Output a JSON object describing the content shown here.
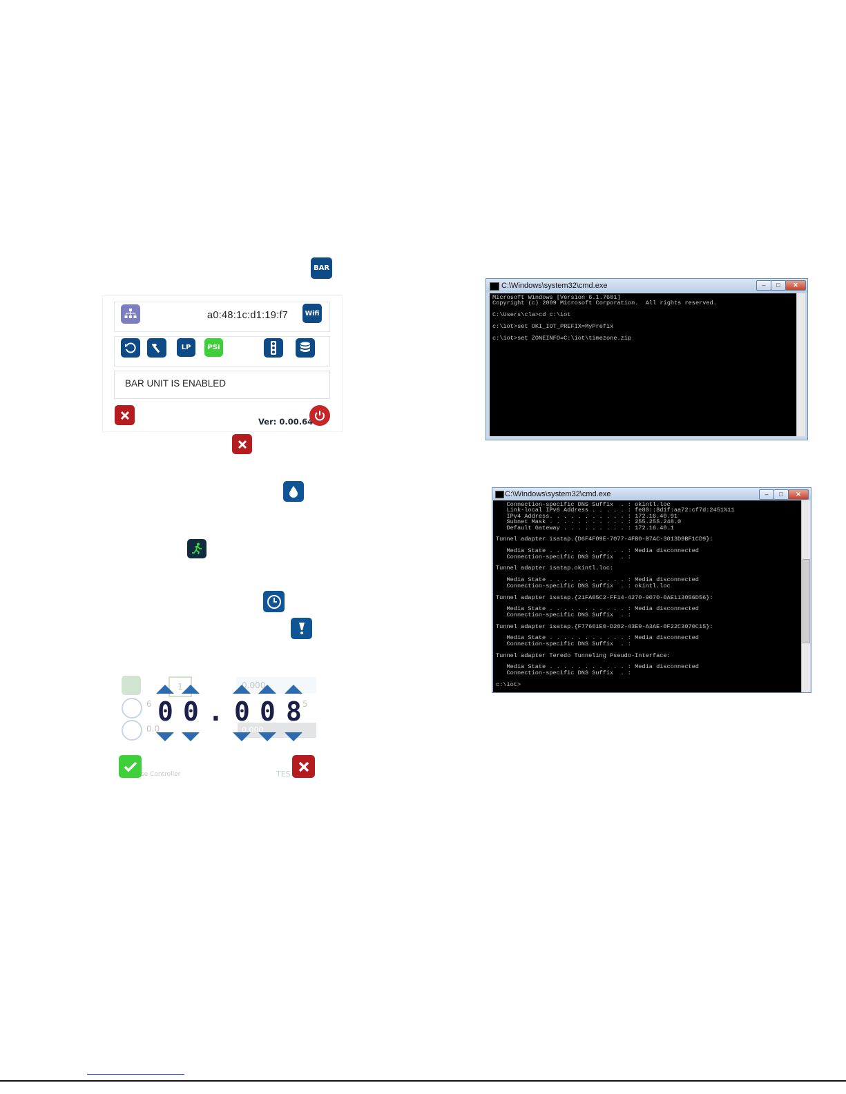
{
  "doc": {
    "bar_button": "BAR",
    "settings_panel": {
      "mac_address": "a0:48:1c:d1:19:f7",
      "wifi_button": "Wifi",
      "toolbar": {
        "lp_label": "LP",
        "psi_label": "PSI"
      },
      "status_text": "BAR UNIT IS ENABLED",
      "version_text": "Ver: 0.00.64"
    },
    "stepper": {
      "digits": [
        "0",
        "0",
        ".",
        "0",
        "0",
        "8"
      ],
      "faded_texts": {
        "setting_1": "1",
        "setting_2": "0.000",
        "setting_3": "6",
        "setting_4": "5",
        "setting_5": "0.0",
        "setting_6": "0.000",
        "footer": "se Controller",
        "logo": "TES"
      }
    },
    "terminal_1": {
      "title": "C:\\Windows\\system32\\cmd.exe",
      "lines": [
        "Microsoft Windows [Version 6.1.7601]",
        "Copyright (c) 2009 Microsoft Corporation.  All rights reserved.",
        "",
        "C:\\Users\\cla>cd c:\\iot",
        "",
        "c:\\iot>set OKI_IOT_PREFIX=MyPrefix",
        "",
        "c:\\iot>set ZONEINFO=C:\\iot\\timezone.zip"
      ]
    },
    "terminal_2": {
      "title": "C:\\Windows\\system32\\cmd.exe",
      "lines": [
        "   Connection-specific DNS Suffix  . : okintl.loc",
        "   Link-local IPv6 Address . . . . . : fe80::8d1f:aa72:cf7d:2451%11",
        "   IPv4 Address. . . . . . . . . . . : 172.16.40.91",
        "   Subnet Mask . . . . . . . . . . . : 255.255.248.0",
        "   Default Gateway . . . . . . . . . : 172.16.40.1",
        "",
        "Tunnel adapter isatap.{D6F4F09E-7077-4FB0-B7AC-3013D9BF1CD9}:",
        "",
        "   Media State . . . . . . . . . . . : Media disconnected",
        "   Connection-specific DNS Suffix  . :",
        "",
        "Tunnel adapter isatap.okintl.loc:",
        "",
        "   Media State . . . . . . . . . . . : Media disconnected",
        "   Connection-specific DNS Suffix  . : okintl.loc",
        "",
        "Tunnel adapter isatap.{21FA05C2-FF14-4270-9070-0AE113056D56}:",
        "",
        "   Media State . . . . . . . . . . . : Media disconnected",
        "   Connection-specific DNS Suffix  . :",
        "",
        "Tunnel adapter isatap.{F77601E0-D202-43E9-A3AE-0F22C3070C15}:",
        "",
        "   Media State . . . . . . . . . . . : Media disconnected",
        "   Connection-specific DNS Suffix  . :",
        "",
        "Tunnel adapter Teredo Tunneling Pseudo-Interface:",
        "",
        "   Media State . . . . . . . . . . . : Media disconnected",
        "   Connection-specific DNS Suffix  . :",
        "",
        "c:\\iot>"
      ]
    },
    "colors": {
      "accent_blue": "#0f5596",
      "danger_red": "#b51c1f",
      "ok_green": "#3fcf3a",
      "network_purple": "#7b7fc2"
    }
  }
}
